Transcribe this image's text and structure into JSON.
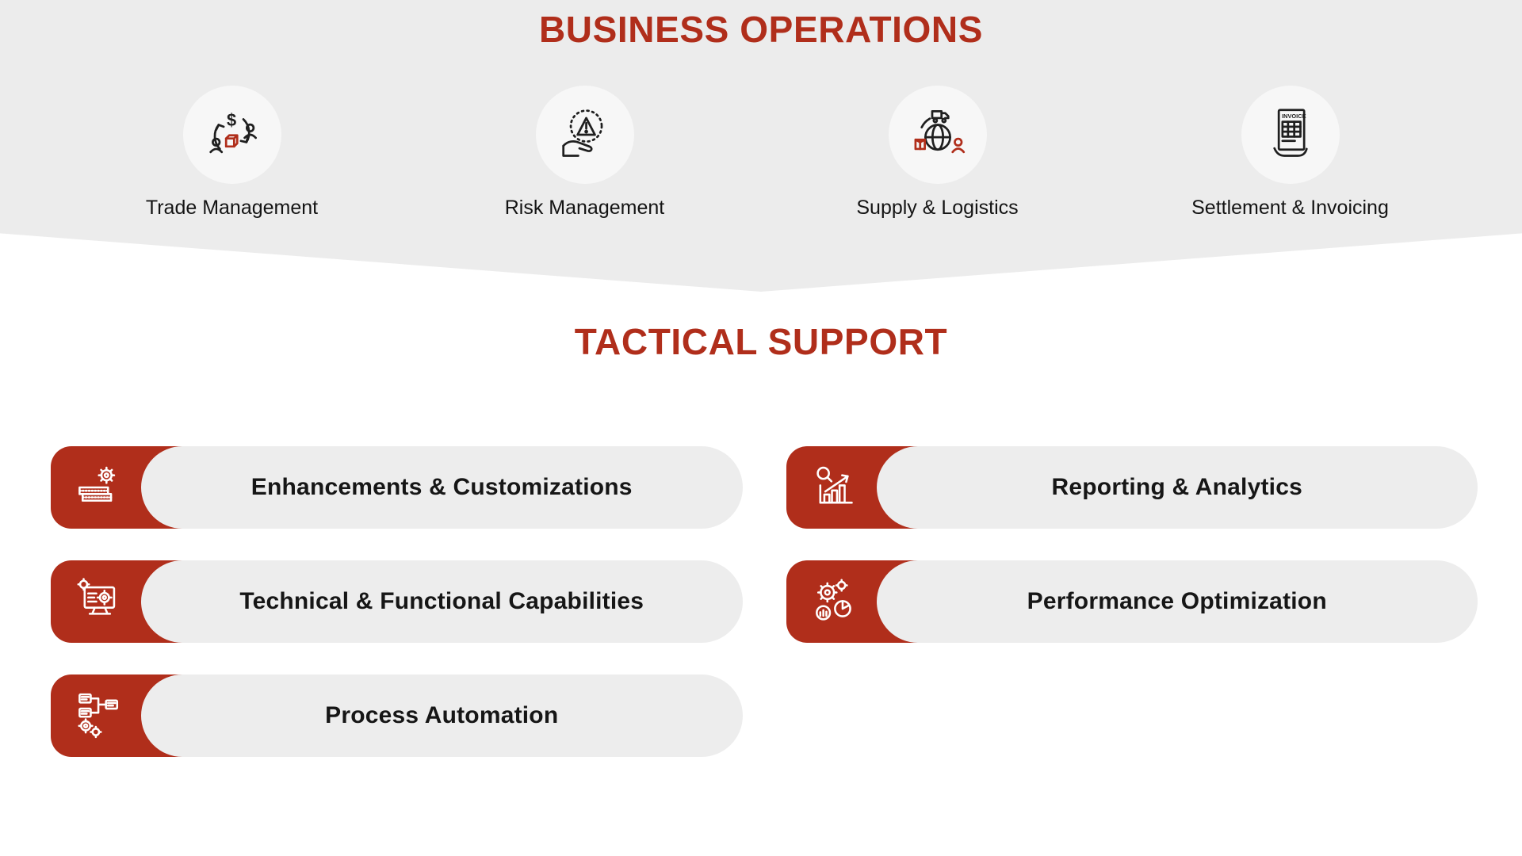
{
  "colors": {
    "accent": "#B02E1B",
    "section_background": "#ECECEC",
    "icon_circle_background": "#F7F7F7",
    "pill_background": "#EDEDED",
    "text": "#161616"
  },
  "business_operations": {
    "title": "BUSINESS OPERATIONS",
    "items": [
      {
        "label": "Trade Management",
        "icon": "trade-management-icon"
      },
      {
        "label": "Risk Management",
        "icon": "risk-management-icon"
      },
      {
        "label": "Supply & Logistics",
        "icon": "supply-logistics-icon"
      },
      {
        "label": "Settlement & Invoicing",
        "icon": "settlement-invoicing-icon"
      }
    ]
  },
  "tactical_support": {
    "title": "TACTICAL SUPPORT",
    "items": [
      {
        "label": "Enhancements & Customizations",
        "icon": "enhancements-customizations-icon"
      },
      {
        "label": "Technical & Functional Capabilities",
        "icon": "technical-functional-capabilities-icon"
      },
      {
        "label": "Process Automation",
        "icon": "process-automation-icon"
      },
      {
        "label": "Reporting & Analytics",
        "icon": "reporting-analytics-icon"
      },
      {
        "label": "Performance Optimization",
        "icon": "performance-optimization-icon"
      }
    ]
  }
}
